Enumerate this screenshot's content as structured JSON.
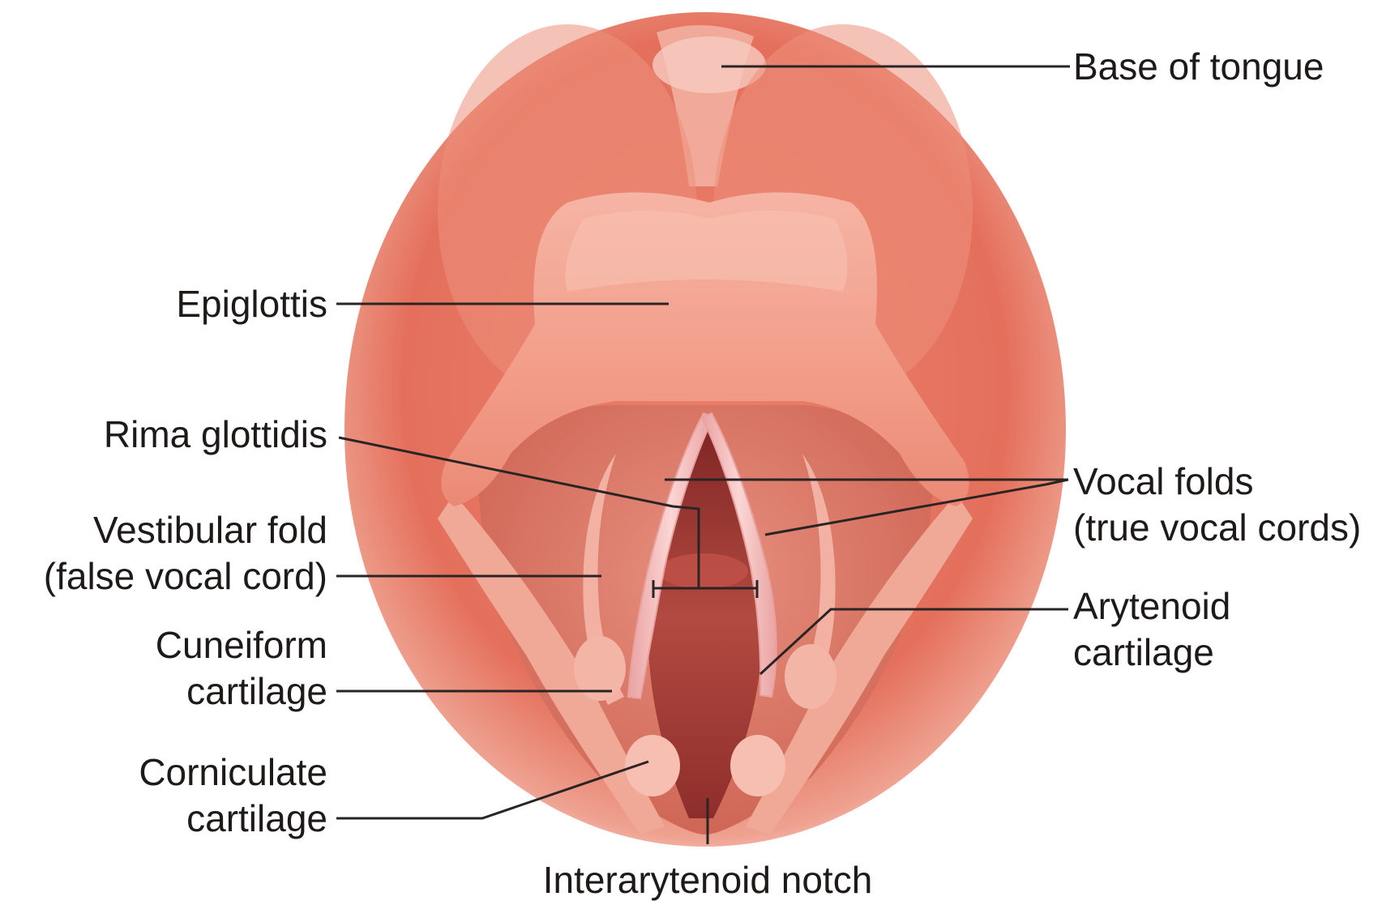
{
  "diagram": {
    "labels": {
      "base_of_tongue": "Base of tongue",
      "epiglottis": "Epiglottis",
      "rima_glottidis": "Rima glottidis",
      "vestibular_fold_line1": "Vestibular fold",
      "vestibular_fold_line2": "(false vocal cord)",
      "cuneiform_line1": "Cuneiform",
      "cuneiform_line2": "cartilage",
      "corniculate_line1": "Corniculate",
      "corniculate_line2": "cartilage",
      "interarytenoid_notch": "Interarytenoid notch",
      "vocal_folds_line1": "Vocal folds",
      "vocal_folds_line2": "(true vocal cords)",
      "arytenoid_line1": "Arytenoid",
      "arytenoid_line2": "cartilage"
    },
    "colors": {
      "outer_tissue": "#e8735f",
      "outer_glow": "#f4b2a2",
      "epiglottis": "#f29e8b",
      "epiglottis_highlight": "#f8c2b4",
      "laryngeal_cavity": "#d8705e",
      "glottis_dark": "#a83a34",
      "vocal_fold": "#f6c6c4",
      "leader_line": "#2a2424",
      "label_text": "#1f1a1a"
    }
  }
}
